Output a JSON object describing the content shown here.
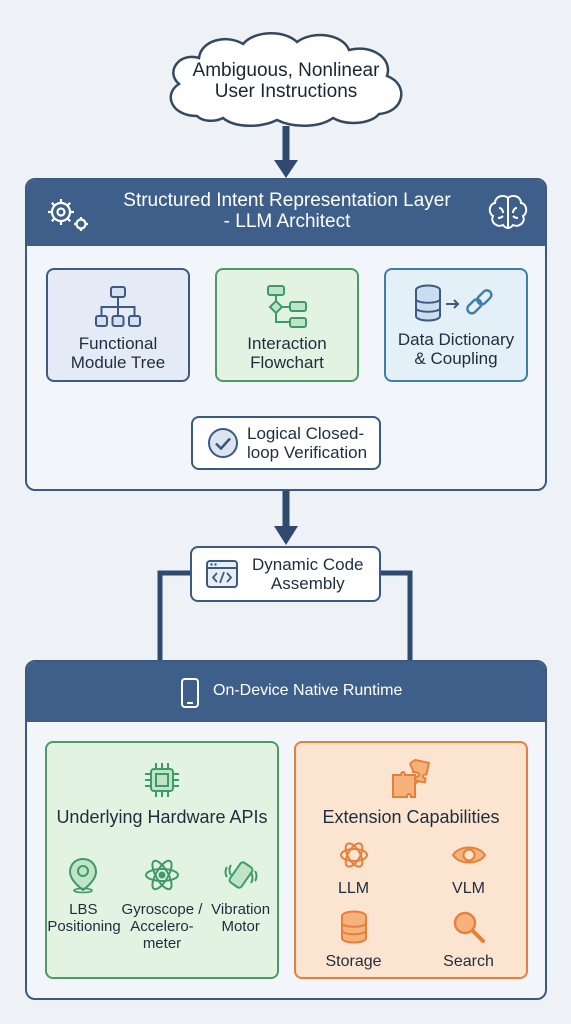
{
  "input": {
    "line1": "Ambiguous, Nonlinear",
    "line2": "User Instructions"
  },
  "intent_layer": {
    "title1": "Structured Intent Representation Layer",
    "title2": "- LLM Architect",
    "modules": [
      {
        "line1": "Functional",
        "line2": "Module Tree"
      },
      {
        "line1": "Interaction",
        "line2": "Flowchart"
      },
      {
        "line1": "Data Dictionary",
        "line2": "& Coupling"
      }
    ],
    "verification": {
      "line1": "Logical Closed-",
      "line2": "loop Verification"
    }
  },
  "assembly": {
    "line1": "Dynamic Code",
    "line2": "Assembly"
  },
  "runtime": {
    "title": "On-Device Native Runtime",
    "hardware": {
      "title": "Underlying Hardware APIs",
      "items": [
        {
          "line1": "LBS",
          "line2": "Positioning",
          "line3": ""
        },
        {
          "line1": "Gyroscope /",
          "line2": "Accelero-",
          "line3": "meter"
        },
        {
          "line1": "Vibration",
          "line2": "Motor",
          "line3": ""
        }
      ]
    },
    "extension": {
      "title": "Extension Capabilities",
      "items": [
        "LLM",
        "VLM",
        "Storage",
        "Search"
      ]
    }
  },
  "colors": {
    "navy": "#3d5f8a",
    "arrow": "#2f4a6e",
    "blue_box": "#e4ebf7",
    "green_box": "#e3f3e1",
    "teal_box": "#e3f0f8",
    "orange_box": "#fbe5d1",
    "green_icon": "#3f9a6b",
    "orange_icon": "#e4803c"
  },
  "icons": {
    "input": "cloud-icon",
    "header_left": "gear-icon",
    "header_right": "brain-icon",
    "modules": [
      "hierarchy-icon",
      "flowchart-icon",
      "database-link-icon"
    ],
    "verification": "checkmark-icon",
    "assembly": "code-window-icon",
    "runtime": "smartphone-icon",
    "hardware": "chip-icon",
    "hardware_items": [
      "location-pin-icon",
      "atom-icon",
      "vibration-icon"
    ],
    "extension": "puzzle-icon",
    "extension_items": [
      "llm-knot-icon",
      "eye-icon",
      "storage-icon",
      "search-icon"
    ]
  }
}
